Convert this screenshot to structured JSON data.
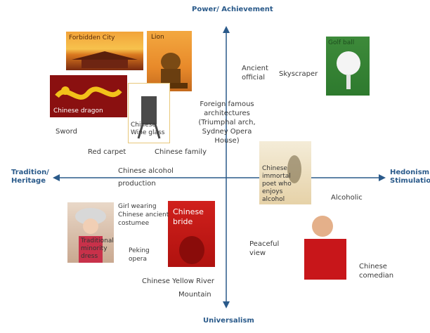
{
  "axes": {
    "top": "Power/ Achievement",
    "bottom": "Universalism",
    "left": "Tradition/\nHeritage",
    "right": "Hedonism\nStimulation"
  },
  "images": {
    "forbidden_city": "Forbidden City",
    "lion": "Lion",
    "golf_ball": "Golf ball",
    "chinese_dragon": "Chinese dragon",
    "wine_glass": "Chinese\nWine glass",
    "immortal_poet": "Chinese\nimmortal\npoet who\nenjoys\nalcohol",
    "minority_dress": "Traditional\nminority\ndress",
    "chinese_bride": "Chinese\nbride"
  },
  "labels": {
    "ancient_official": "Ancient\nofficial",
    "skyscraper": "Skyscraper",
    "foreign_architectures": "Foreign famous\narchitectures\n(Triumphal arch,\nSydney Opera House)",
    "sword": "Sword",
    "red_carpet": "Red carpet",
    "chinese_family": "Chinese family",
    "chinese_alcohol": "Chinese alcohol",
    "production": "production",
    "alcoholic": "Alcoholic",
    "girl_costume": "Girl wearing\nChinese ancient\ncostumee",
    "peking_opera": "Peking\nopera",
    "peaceful_view": "Peaceful\nview",
    "chinese_comedian": "Chinese\ncomedian",
    "yellow_river": "Chinese Yellow River",
    "mountain": "Mountain"
  },
  "colors": {
    "axis": "#2a5a8a"
  }
}
